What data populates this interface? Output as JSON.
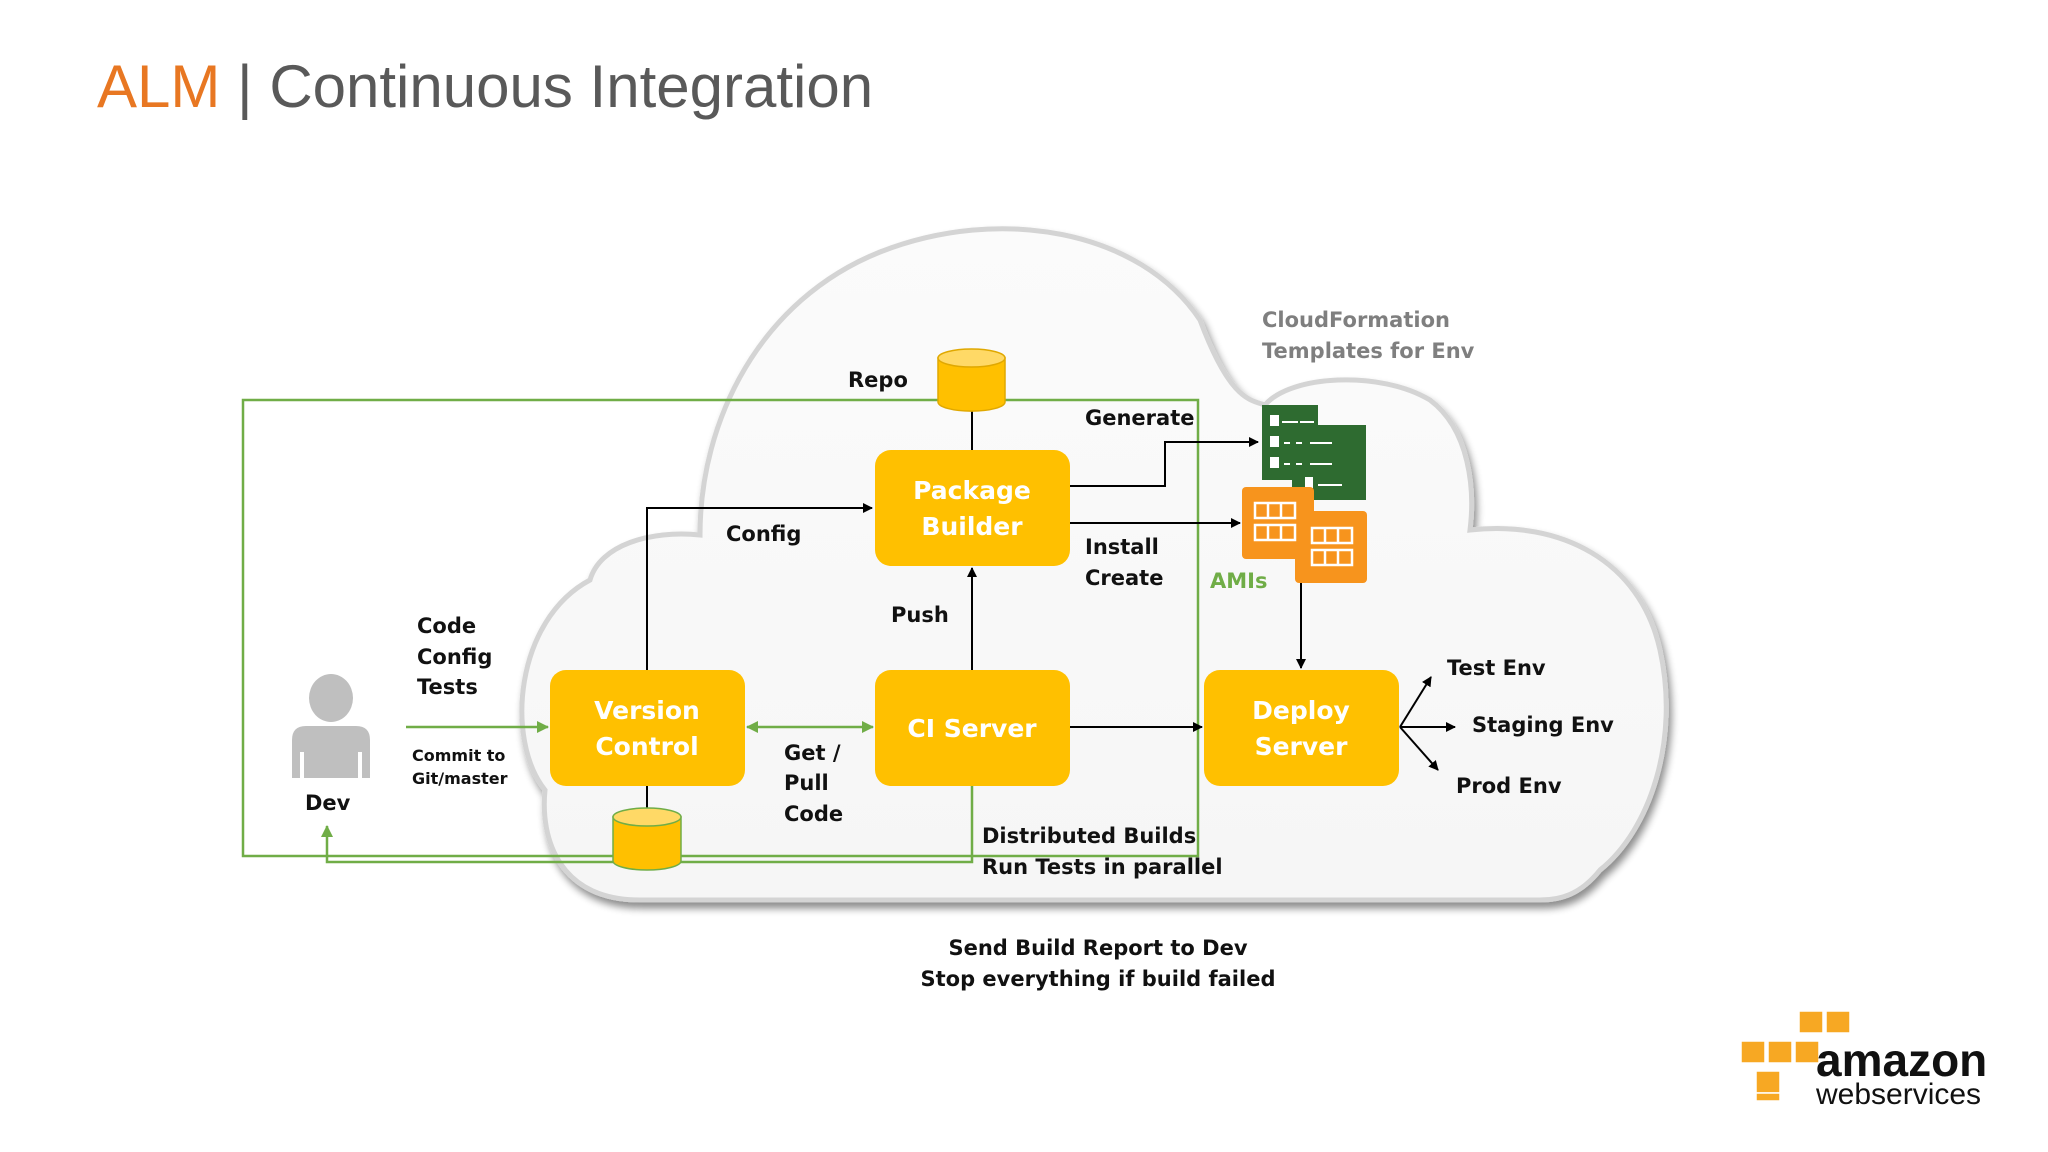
{
  "slide": {
    "title_accent": "ALM",
    "title_separator": " | ",
    "title_main": "Continuous Integration"
  },
  "colors": {
    "accent_orange": "#E87722",
    "box_yellow": "#FFC000",
    "loop_green": "#70AD47",
    "cf_green": "#2E6B30",
    "ami_orange": "#F7941D",
    "person_grey": "#BFBFBF"
  },
  "actors": {
    "dev": {
      "label": "Dev",
      "icon": "person-icon"
    }
  },
  "nodes": {
    "version_control": {
      "line1": "Version",
      "line2": "Control"
    },
    "ci_server": {
      "line1": "CI Server"
    },
    "package_builder": {
      "line1": "Package",
      "line2": "Builder"
    },
    "deploy_server": {
      "line1": "Deploy",
      "line2": "Server"
    }
  },
  "stores": {
    "repo": {
      "label": "Repo",
      "icon": "database-icon"
    },
    "vc_store": {
      "icon": "database-icon"
    }
  },
  "artifacts": {
    "cloudformation": {
      "line1": "CloudFormation",
      "line2": "Templates for Env",
      "icon": "template-document-icon"
    },
    "amis": {
      "label": "AMIs",
      "icon": "ami-image-icon"
    }
  },
  "edge_labels": {
    "dev_to_vc_above": [
      "Code",
      "Config",
      "Tests"
    ],
    "dev_to_vc_below": [
      "Commit to",
      "Git/master"
    ],
    "vc_to_pb": "Config",
    "vc_ci": [
      "Get /",
      "Pull",
      "Code"
    ],
    "ci_to_pb": "Push",
    "pb_generate": "Generate",
    "pb_install": [
      "Install",
      "Create"
    ],
    "ci_distributed": [
      "Distributed Builds",
      "Run Tests in parallel"
    ],
    "feedback": [
      "Send Build Report to Dev",
      "Stop everything if build failed"
    ]
  },
  "environments": [
    "Test Env",
    "Staging Env",
    "Prod Env"
  ],
  "logo": {
    "line1": "amazon",
    "line2": "webservices"
  }
}
